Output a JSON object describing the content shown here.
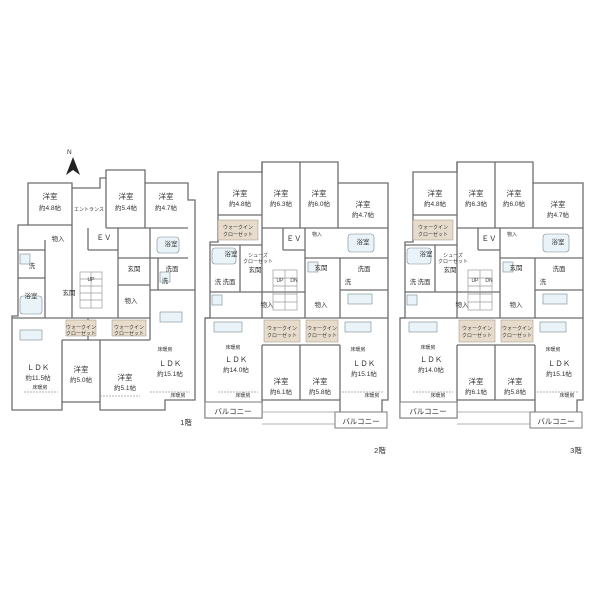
{
  "floors": [
    {
      "id": "f1",
      "floor_label": "1階",
      "rooms": {
        "yoshitsu_a": [
          "洋室",
          "約4.8帖"
        ],
        "entrance_hall": [
          "エントランス"
        ],
        "yoshitsu_b": [
          "洋室",
          "約5.4帖"
        ],
        "yoshitsu_c": [
          "洋室",
          "約4.7帖"
        ],
        "monoire_a": [
          "物入"
        ],
        "ev": [
          "ＥＶ"
        ],
        "yokushitsu_a": [
          "浴室"
        ],
        "sen_a": [
          "洗"
        ],
        "yokushitsu_b": [
          "浴室"
        ],
        "sen_b": [
          "洗"
        ],
        "genkan_a": [
          "玄関"
        ],
        "genkan_b": [
          "玄関"
        ],
        "senmen_b": [
          "洗面"
        ],
        "monoire_b": [
          "物入"
        ],
        "wic_a": [
          "ウォークイン",
          "クローゼット"
        ],
        "wic_b": [
          "ウォークイン",
          "クローゼット"
        ],
        "ldk_a": [
          "ＬＤＫ",
          "約11.5帖"
        ],
        "yoshitsu_d": [
          "洋室",
          "約5.0帖"
        ],
        "yoshitsu_e": [
          "洋室",
          "約5.1帖"
        ],
        "ldk_b": [
          "ＬＤＫ",
          "約15.1帖"
        ],
        "floorheat_a": [
          "床暖房"
        ],
        "floorheat_b": [
          "床暖房"
        ],
        "floorheat_c": [
          "床暖房"
        ],
        "up": [
          "UP"
        ]
      }
    },
    {
      "id": "f2",
      "floor_label": "2階",
      "rooms": {
        "yoshitsu_a": [
          "洋室",
          "約4.8帖"
        ],
        "yoshitsu_b": [
          "洋室",
          "約6.3帖"
        ],
        "yoshitsu_c": [
          "洋室",
          "約6.0帖"
        ],
        "yoshitsu_d": [
          "洋室",
          "約4.7帖"
        ],
        "wic_top": [
          "ウォークイン",
          "クローゼット"
        ],
        "ev": [
          "ＥＶ"
        ],
        "monoire_top": [
          "物入"
        ],
        "shoes": [
          "シューズ",
          "クローゼット"
        ],
        "yokushitsu_a": [
          "浴室"
        ],
        "yokushitsu_b": [
          "浴室"
        ],
        "senmen_a": [
          "洗面"
        ],
        "senmen_b": [
          "洗面"
        ],
        "genkan_a": [
          "玄関"
        ],
        "genkan_b": [
          "玄関"
        ],
        "sen_a": [
          "洗"
        ],
        "sen_b": [
          "洗"
        ],
        "monoire_a": [
          "物入"
        ],
        "monoire_b": [
          "物入"
        ],
        "wic_a": [
          "ウォークイン",
          "クローゼット"
        ],
        "wic_b": [
          "ウォークイン",
          "クローゼット"
        ],
        "ldk_a": [
          "ＬＤＫ",
          "約14.0帖"
        ],
        "ldk_b": [
          "ＬＤＫ",
          "約15.1帖"
        ],
        "yoshitsu_e": [
          "洋室",
          "約6.1帖"
        ],
        "yoshitsu_f": [
          "洋室",
          "約5.8帖"
        ],
        "floorheat_a": [
          "床暖房"
        ],
        "floorheat_b": [
          "床暖房"
        ],
        "floorheat_c": [
          "床暖房"
        ],
        "floorheat_d": [
          "床暖房"
        ],
        "balcony_a": [
          "バルコニー"
        ],
        "balcony_b": [
          "バルコニー"
        ],
        "up": [
          "UP"
        ],
        "dn": [
          "DN"
        ]
      }
    },
    {
      "id": "f3",
      "floor_label": "3階",
      "rooms": {
        "yoshitsu_a": [
          "洋室",
          "約4.8帖"
        ],
        "yoshitsu_b": [
          "洋室",
          "約6.3帖"
        ],
        "yoshitsu_c": [
          "洋室",
          "約6.0帖"
        ],
        "yoshitsu_d": [
          "洋室",
          "約4.7帖"
        ],
        "wic_top": [
          "ウォークイン",
          "クローゼット"
        ],
        "ev": [
          "ＥＶ"
        ],
        "monoire_top": [
          "物入"
        ],
        "shoes": [
          "シューズ",
          "クローゼット"
        ],
        "yokushitsu_a": [
          "浴室"
        ],
        "yokushitsu_b": [
          "浴室"
        ],
        "senmen_a": [
          "洗面"
        ],
        "senmen_b": [
          "洗面"
        ],
        "genkan_a": [
          "玄関"
        ],
        "genkan_b": [
          "玄関"
        ],
        "sen_a": [
          "洗"
        ],
        "sen_b": [
          "洗"
        ],
        "monoire_a": [
          "物入"
        ],
        "monoire_b": [
          "物入"
        ],
        "wic_a": [
          "ウォークイン",
          "クローゼット"
        ],
        "wic_b": [
          "ウォークイン",
          "クローゼット"
        ],
        "ldk_a": [
          "ＬＤＫ",
          "約14.0帖"
        ],
        "ldk_b": [
          "ＬＤＫ",
          "約15.1帖"
        ],
        "yoshitsu_e": [
          "洋室",
          "約6.1帖"
        ],
        "yoshitsu_f": [
          "洋室",
          "約5.8帖"
        ],
        "floorheat_a": [
          "床暖房"
        ],
        "floorheat_b": [
          "床暖房"
        ],
        "floorheat_c": [
          "床暖房"
        ],
        "floorheat_d": [
          "床暖房"
        ],
        "balcony_a": [
          "バルコニー"
        ],
        "balcony_b": [
          "バルコニー"
        ],
        "up": [
          "UP"
        ],
        "dn": [
          "DN"
        ]
      }
    }
  ],
  "compass": {
    "label": "N"
  }
}
